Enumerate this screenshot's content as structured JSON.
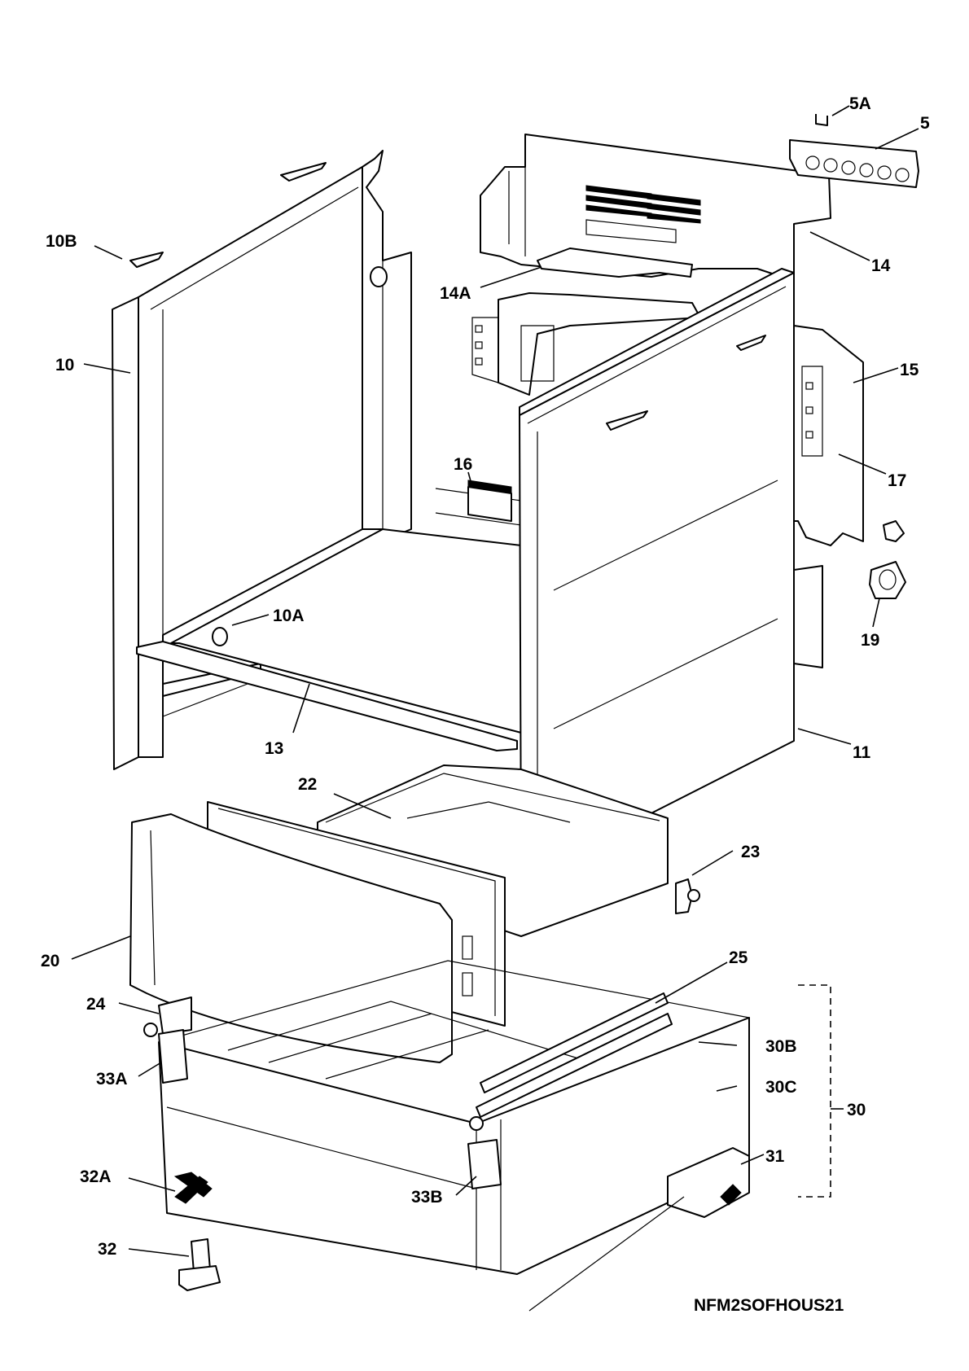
{
  "diagram": {
    "labels": {
      "p5A": "5A",
      "p5": "5",
      "p10B": "10B",
      "p14": "14",
      "p14A": "14A",
      "p10": "10",
      "p15": "15",
      "p16": "16",
      "p17": "17",
      "p10A": "10A",
      "p19": "19",
      "p13": "13",
      "p11": "11",
      "p22": "22",
      "p23": "23",
      "p20": "20",
      "p25": "25",
      "p24": "24",
      "p30B": "30B",
      "p33A": "33A",
      "p30C": "30C",
      "p30": "30",
      "p31": "31",
      "p32A": "32A",
      "p33B": "33B",
      "p32": "32"
    },
    "drawing_code": "NFM2SOFHOUS21"
  }
}
